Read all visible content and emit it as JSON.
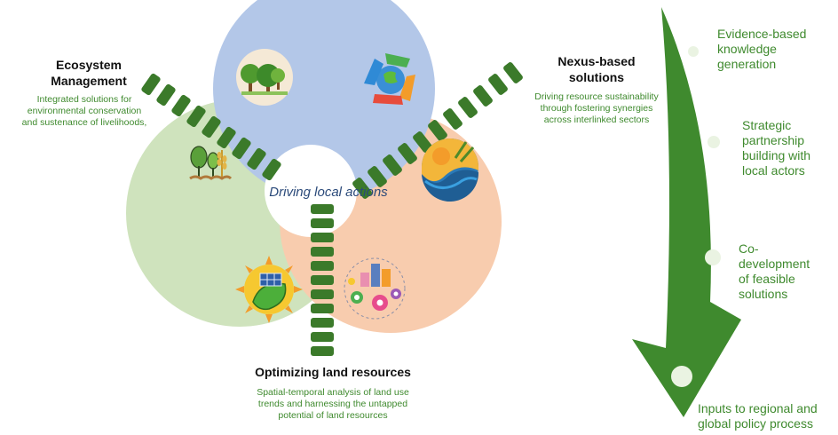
{
  "center": {
    "label": "Driving local actions"
  },
  "ecosystem": {
    "title_line1": "Ecosystem",
    "title_line2": "Management",
    "desc_line1": "Integrated solutions for",
    "desc_line2": "environmental conservation",
    "desc_line3": "and sustenance of livelihoods,"
  },
  "nexus": {
    "title_line1": "Nexus-based",
    "title_line2": "solutions",
    "desc_line1": "Driving resource sustainability",
    "desc_line2": "through fostering synergies",
    "desc_line3": "across interlinked sectors"
  },
  "land": {
    "title": "Optimizing land resources",
    "desc_line1": "Spatial-temporal analysis of land use",
    "desc_line2": "trends and harnessing the untapped",
    "desc_line3": "potential of land resources"
  },
  "process": {
    "steps": [
      {
        "lines": [
          "Evidence-based",
          "knowledge",
          "generation"
        ]
      },
      {
        "lines": [
          "Strategic",
          "partnership",
          "building with",
          "local actors"
        ]
      },
      {
        "lines": [
          "Co-",
          "development",
          "of feasible",
          "solutions"
        ]
      },
      {
        "lines": [
          "Inputs to regional and",
          "global policy process"
        ]
      }
    ]
  },
  "colors": {
    "circle_top": "#b3c7e8",
    "circle_left": "#cfe3bd",
    "circle_right": "#f8ccae",
    "stripe_green": "#3b7a2a",
    "arrow_green": "#3f8a2e",
    "text_green": "#3f8a2e",
    "center_text": "#2b4a7a"
  },
  "icons": [
    "trees-icon",
    "recycle-globe-icon",
    "plants-wheat-icon",
    "sun-water-icon",
    "solar-panel-icon",
    "smart-city-gears-icon"
  ]
}
